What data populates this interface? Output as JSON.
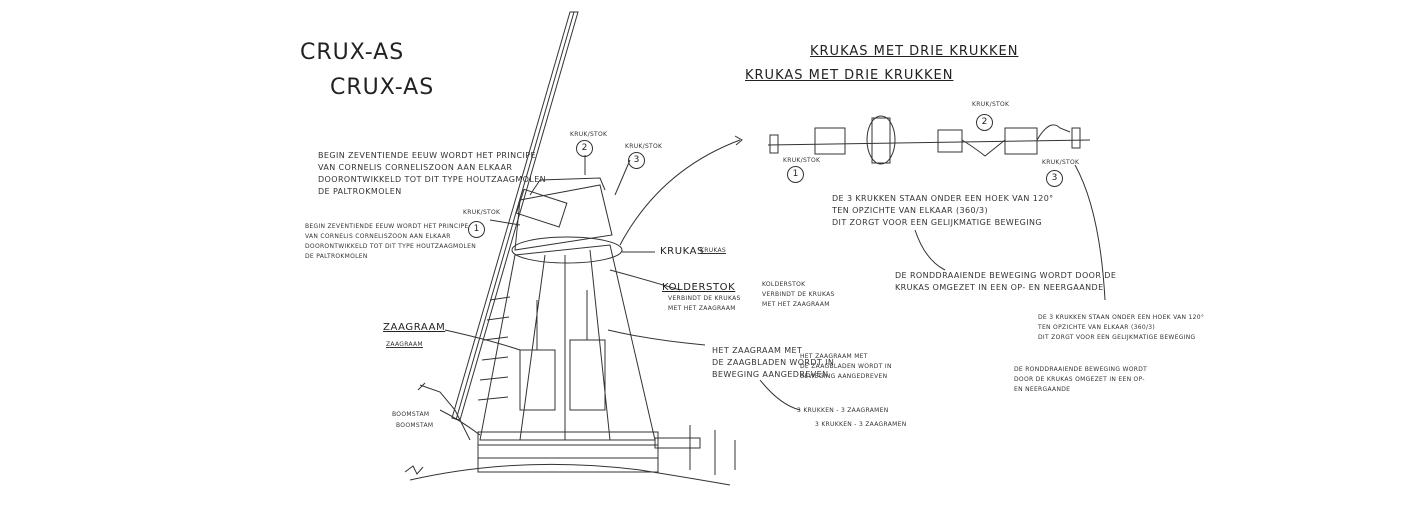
{
  "titles": {
    "main_1": "CRUX-AS",
    "main_2": "CRUX-AS",
    "right_1": "KRUKAS MET DRIE KRUKKEN",
    "right_2": "KRUKAS MET DRIE KRUKKEN"
  },
  "left_texts": {
    "intro_1": "Begin zeventiende eeuw wordt het principe\nvan Cornelis Corneliszoon aan elkaar\ndoorontwikkeld tot dit type houtzaagmolen\nde paltrokmolen",
    "intro_2": "Begin zeventiende eeuw wordt het principe\nvan Cornelis Corneliszoon aan elkaar\ndoorontwikkeld tot dit type houtzaagmolen\nde paltrokmolen"
  },
  "labels": {
    "krukstok_left": "KRUK/STOK",
    "krukstok_mid": "KRUK/STOK",
    "kruk_right": "KRUK/STOK",
    "krukas": "KRUKAS",
    "krukas_2": "KRUKAS",
    "kolderstok": "KOLDERSTOK",
    "kolderstok_desc": "Verbindt de krukas\nmet het zaagraam",
    "kolderstok_small": "Kolderstok\nverbindt de krukas\nmet het zaagraam",
    "zaagraam": "ZAAGRAAM",
    "zaagraam_2": "ZAAGRAAM",
    "zaagraam_desc": "Het zaagraam met\nde zaagbladen wordt in\nbeweging aangedreven",
    "zaagraam_small": "Het zaagraam met\nde zaagbladen wordt in\nbeweging aangedreven",
    "kruk_zaag": "3 krukken - 3 zaagramen",
    "kruk_zaag_2": "3 krukken - 3 zaagramen",
    "boomstam": "Boomstam",
    "boomstam_2": "Boomstam",
    "num_1": "1",
    "num_2": "2",
    "num_3": "3"
  },
  "right_texts": {
    "crank_top_label": "Kruk/stok",
    "crank_left_label": "Kruk/stok",
    "crank_right_label": "Kruk/stok",
    "angle_note": "De 3 krukken staan onder een hoek van 120°\nten opzichte van elkaar (360/3)\ndit zorgt voor een gelijkmatige beweging",
    "rotation_note": "De ronddraaiende beweging wordt door de\nkrukas omgezet in een op- en neergaande",
    "angle_note_small": "De 3 krukken staan onder een hoek van 120°\nten opzichte van elkaar (360/3)\ndit zorgt voor een gelijkmatige beweging",
    "rotation_note_small": "De ronddraaiende beweging wordt\ndoor de krukas omgezet in een op-\nen neergaande",
    "num_1": "1",
    "num_2": "2",
    "num_3": "3"
  },
  "colors": {
    "ink": "#222222",
    "paper": "#ffffff"
  }
}
